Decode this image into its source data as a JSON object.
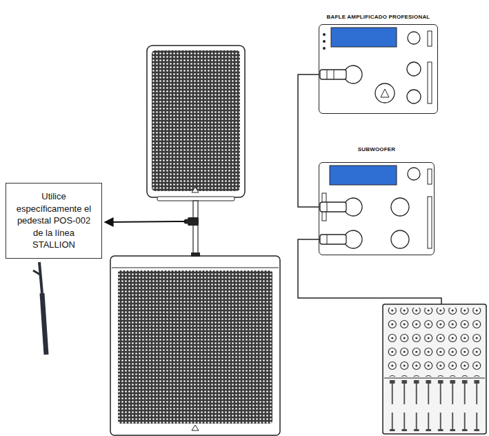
{
  "diagram": {
    "nodes": [
      {
        "text": [
          "BAFLE AMPLIFICADO PROFESIONAL"
        ]
      },
      {
        "text": [
          "SUBWOOFER"
        ]
      },
      {
        "text": [
          "Utilice específicamente el pedestal POS-002 de la línea STALLION"
        ]
      }
    ],
    "edges": [
      {
        "from": 0,
        "to": 1,
        "arrow": "none"
      }
    ]
  }
}
